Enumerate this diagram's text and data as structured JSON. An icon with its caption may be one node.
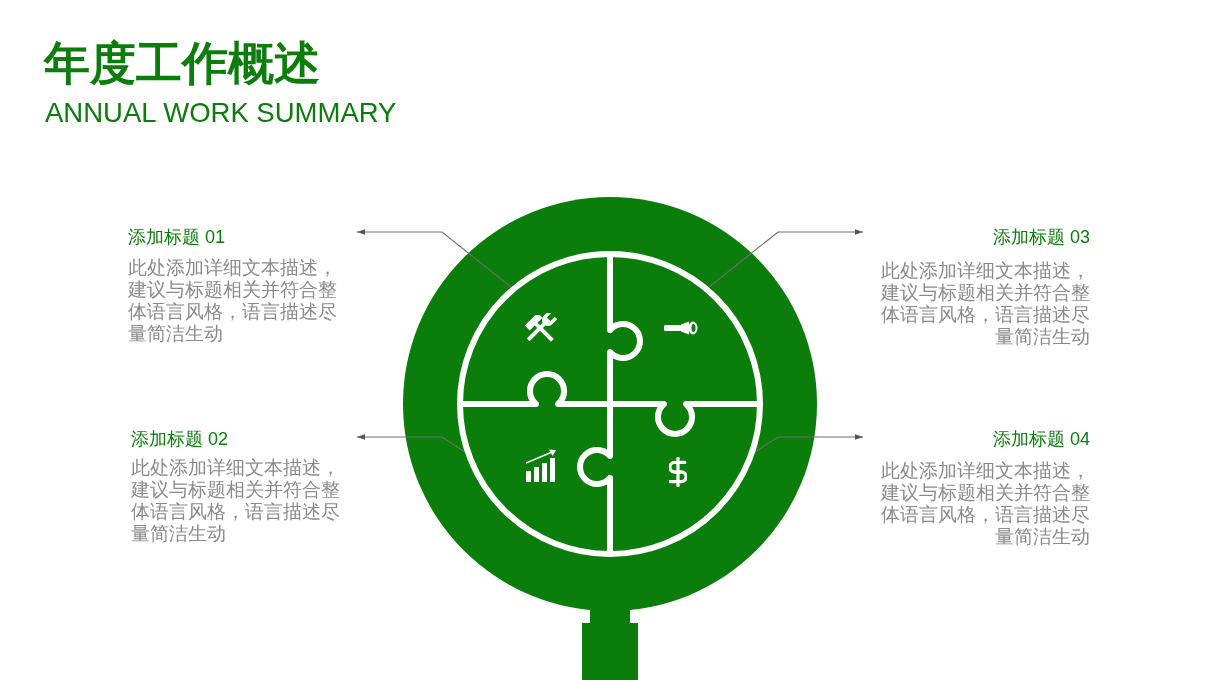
{
  "diagram": {
    "title": "年度工作概述",
    "nodes": [
      {
        "text": [
          "添加标题 01",
          "此处添加详细文本描述，建议与标题相关并符合整体语言风格，语言描述尽量简洁生动"
        ]
      },
      {
        "text": [
          "添加标题 02",
          "此处添加详细文本描述，建议与标题相关并符合整体语言风格，语言描述尽量简洁生动"
        ]
      },
      {
        "text": [
          "添加标题 03",
          "此处添加详细文本描述，建议与标题相关并符合整体语言风格，语言描述尽量简洁生动"
        ]
      },
      {
        "text": [
          "添加标题 04",
          "此处添加详细文本描述，建议与标题相关并符合整体语言风格，语言描述尽量简洁生动"
        ]
      },
      {
        "text": [],
        "shape": "puzzle"
      },
      {
        "text": [],
        "shape": "puzzle"
      },
      {
        "text": [],
        "shape": "puzzle"
      },
      {
        "text": [],
        "shape": "puzzle"
      }
    ],
    "edges": [
      {
        "from": 4,
        "to": 0,
        "arrow": "to"
      },
      {
        "from": 6,
        "to": 1,
        "arrow": "to"
      },
      {
        "from": 5,
        "to": 2,
        "arrow": "to"
      },
      {
        "from": 7,
        "to": 3,
        "arrow": "to"
      }
    ],
    "labels": [
      "ANNUAL WORK SUMMARY"
    ]
  }
}
